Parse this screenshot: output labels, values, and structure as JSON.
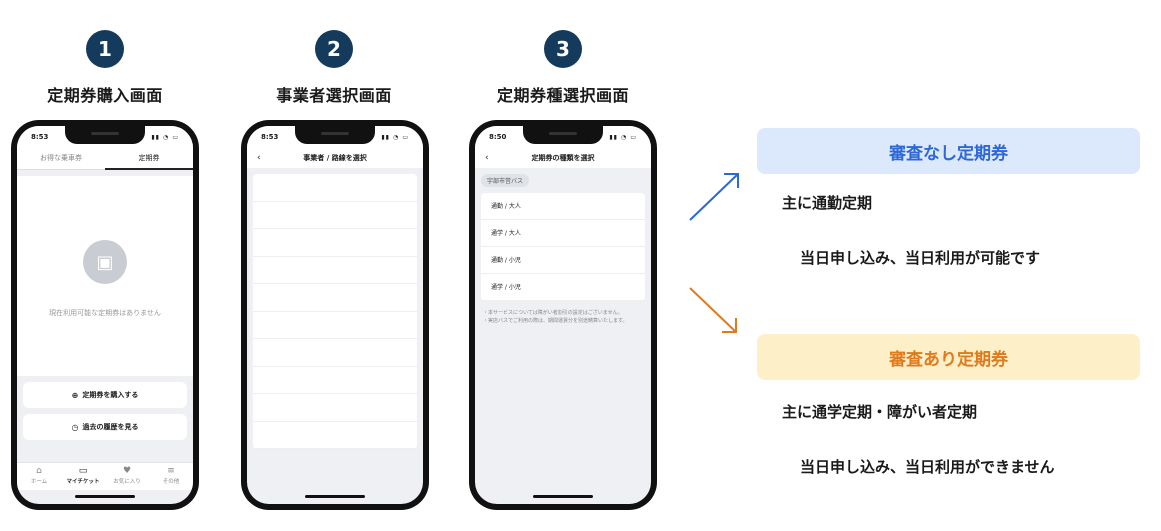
{
  "steps": [
    {
      "number": "1",
      "title": "定期券購入画面"
    },
    {
      "number": "2",
      "title": "事業者選択画面"
    },
    {
      "number": "3",
      "title": "定期券種選択画面"
    }
  ],
  "phone1": {
    "time": "8:53",
    "tabs": [
      "お得な乗車券",
      "定期券"
    ],
    "empty_text": "現在利用可能な定期券はありません",
    "buy_button": "定期券を購入する",
    "history_button": "過去の履歴を見る",
    "nav": [
      "ホーム",
      "マイチケット",
      "お気に入り",
      "その他"
    ]
  },
  "phone2": {
    "time": "8:53",
    "title": "事業者 / 路線を選択",
    "items": [
      {
        "name": "",
        "sub": ""
      },
      {
        "name": "",
        "sub": ""
      },
      {
        "name": "",
        "sub": ""
      },
      {
        "name": "",
        "sub": ""
      },
      {
        "name": "",
        "sub": ""
      },
      {
        "name": "",
        "sub": ""
      },
      {
        "name": "",
        "sub": ""
      },
      {
        "name": "",
        "sub": ""
      },
      {
        "name": "",
        "sub": ""
      },
      {
        "name": "",
        "sub": ""
      }
    ]
  },
  "phone3": {
    "time": "8:50",
    "title": "定期券の種類を選択",
    "chip": "宇部市営バス",
    "types": [
      "通勤 / 大人",
      "通学 / 大人",
      "通勤 / 小児",
      "通学 / 小児"
    ],
    "note1": "・本サービスについては障がい者割引の設定はございません。",
    "note2": "・実店バスでご利用の際は、期間運賃分を別途精算いたします。"
  },
  "panels": {
    "no_review": {
      "badge": "審査なし定期券",
      "line1": "主に通勤定期",
      "line2": "当日申し込み、当日利用が可能です",
      "color": "#2d68d6"
    },
    "with_review": {
      "badge": "審査あり定期券",
      "line1": "主に通学定期・障がい者定期",
      "line2": "当日申し込み、当日利用ができません",
      "color": "#e07b1d"
    }
  }
}
